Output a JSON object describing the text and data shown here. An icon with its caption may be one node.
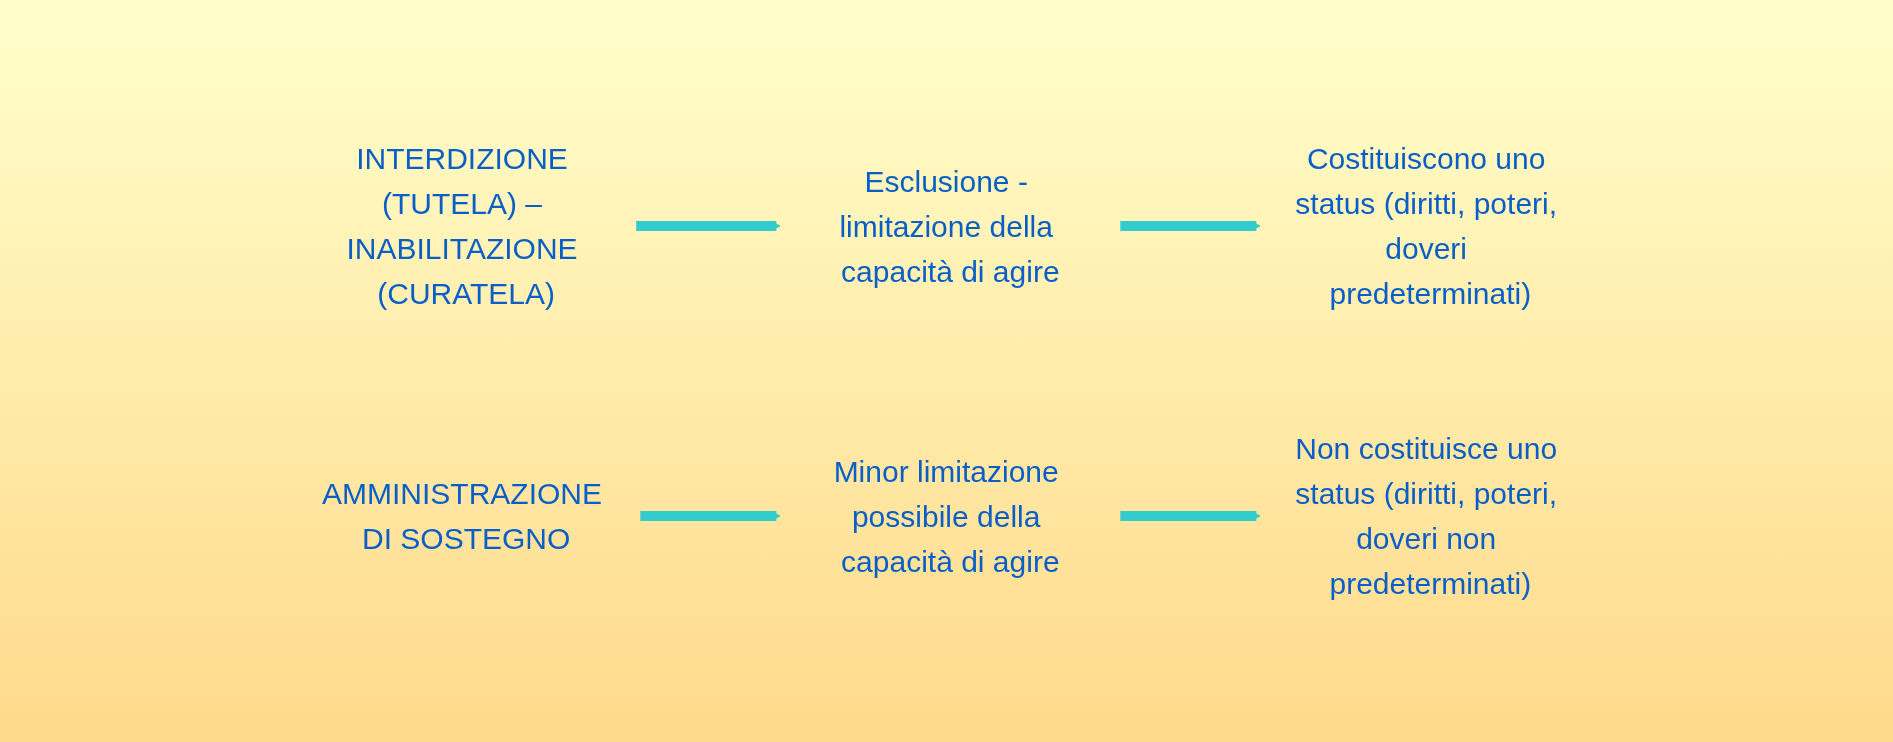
{
  "diagram": {
    "nodes": [
      {
        "text": [
          "INTERDIZIONE (TUTELA) – INABILITAZIONE (CURATELA)"
        ]
      },
      {
        "text": [
          "Esclusione - limitazione della capacità di agire"
        ]
      },
      {
        "text": [
          "Costituiscono uno status (diritti, poteri, doveri predeterminati)"
        ]
      },
      {
        "text": [
          "AMMINISTRAZIONE DI SOSTEGNO"
        ]
      },
      {
        "text": [
          "Minor limitazione possibile della capacità di agire"
        ]
      },
      {
        "text": [
          "Non costituisce uno status (diritti, poteri, doveri non predeterminati)"
        ]
      }
    ],
    "edges": [
      {
        "from": 0,
        "to": 1,
        "arrow": "to"
      },
      {
        "from": 1,
        "to": 2,
        "arrow": "to"
      },
      {
        "from": 3,
        "to": 4,
        "arrow": "to"
      },
      {
        "from": 4,
        "to": 5,
        "arrow": "to"
      }
    ]
  }
}
